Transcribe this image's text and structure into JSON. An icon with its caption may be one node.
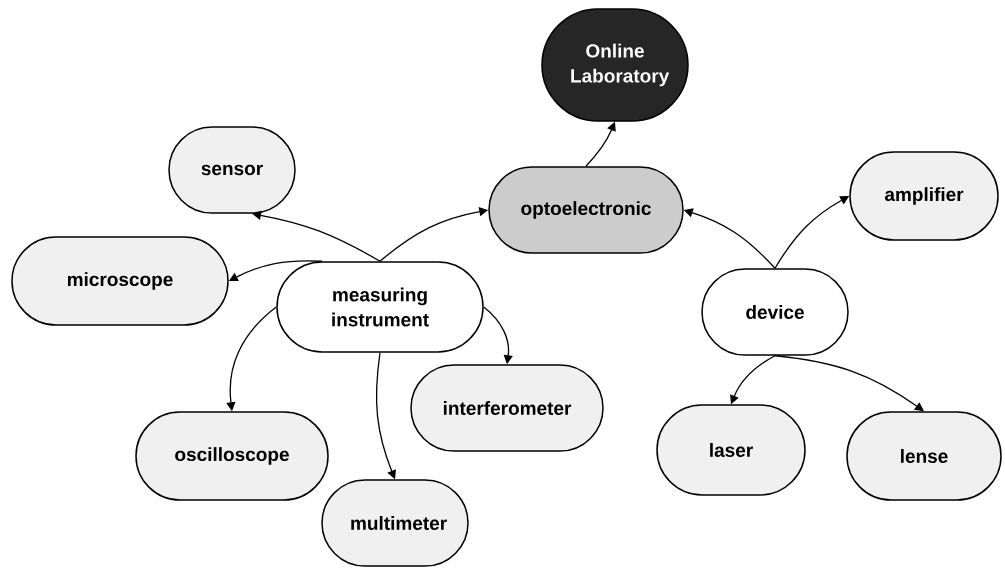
{
  "diagram": {
    "nodes": [
      {
        "text": [
          "Online Laboratory"
        ]
      },
      {
        "text": [
          "sensor"
        ]
      },
      {
        "text": [
          "optoelectronic"
        ]
      },
      {
        "text": [
          "amplifier"
        ]
      },
      {
        "text": [
          "microscope"
        ]
      },
      {
        "text": [
          "measuring instrument"
        ]
      },
      {
        "text": [
          "device"
        ]
      },
      {
        "text": [
          "interferometer"
        ]
      },
      {
        "text": [
          "oscilloscope"
        ]
      },
      {
        "text": [
          "laser"
        ]
      },
      {
        "text": [
          "lense"
        ]
      },
      {
        "text": [
          "multimeter"
        ]
      }
    ],
    "edges": [
      {
        "from": 2,
        "to": 0,
        "arrow": "to"
      },
      {
        "from": 5,
        "to": 1,
        "arrow": "to"
      },
      {
        "from": 5,
        "to": 4,
        "arrow": "to"
      },
      {
        "from": 5,
        "to": 2,
        "arrow": "to"
      },
      {
        "from": 5,
        "to": 8,
        "arrow": "to"
      },
      {
        "from": 5,
        "to": 11,
        "arrow": "to"
      },
      {
        "from": 5,
        "to": 7,
        "arrow": "to"
      },
      {
        "from": 6,
        "to": 2,
        "arrow": "to"
      },
      {
        "from": 6,
        "to": 3,
        "arrow": "to"
      },
      {
        "from": 6,
        "to": 9,
        "arrow": "to"
      },
      {
        "from": 6,
        "to": 10,
        "arrow": "to"
      }
    ]
  }
}
